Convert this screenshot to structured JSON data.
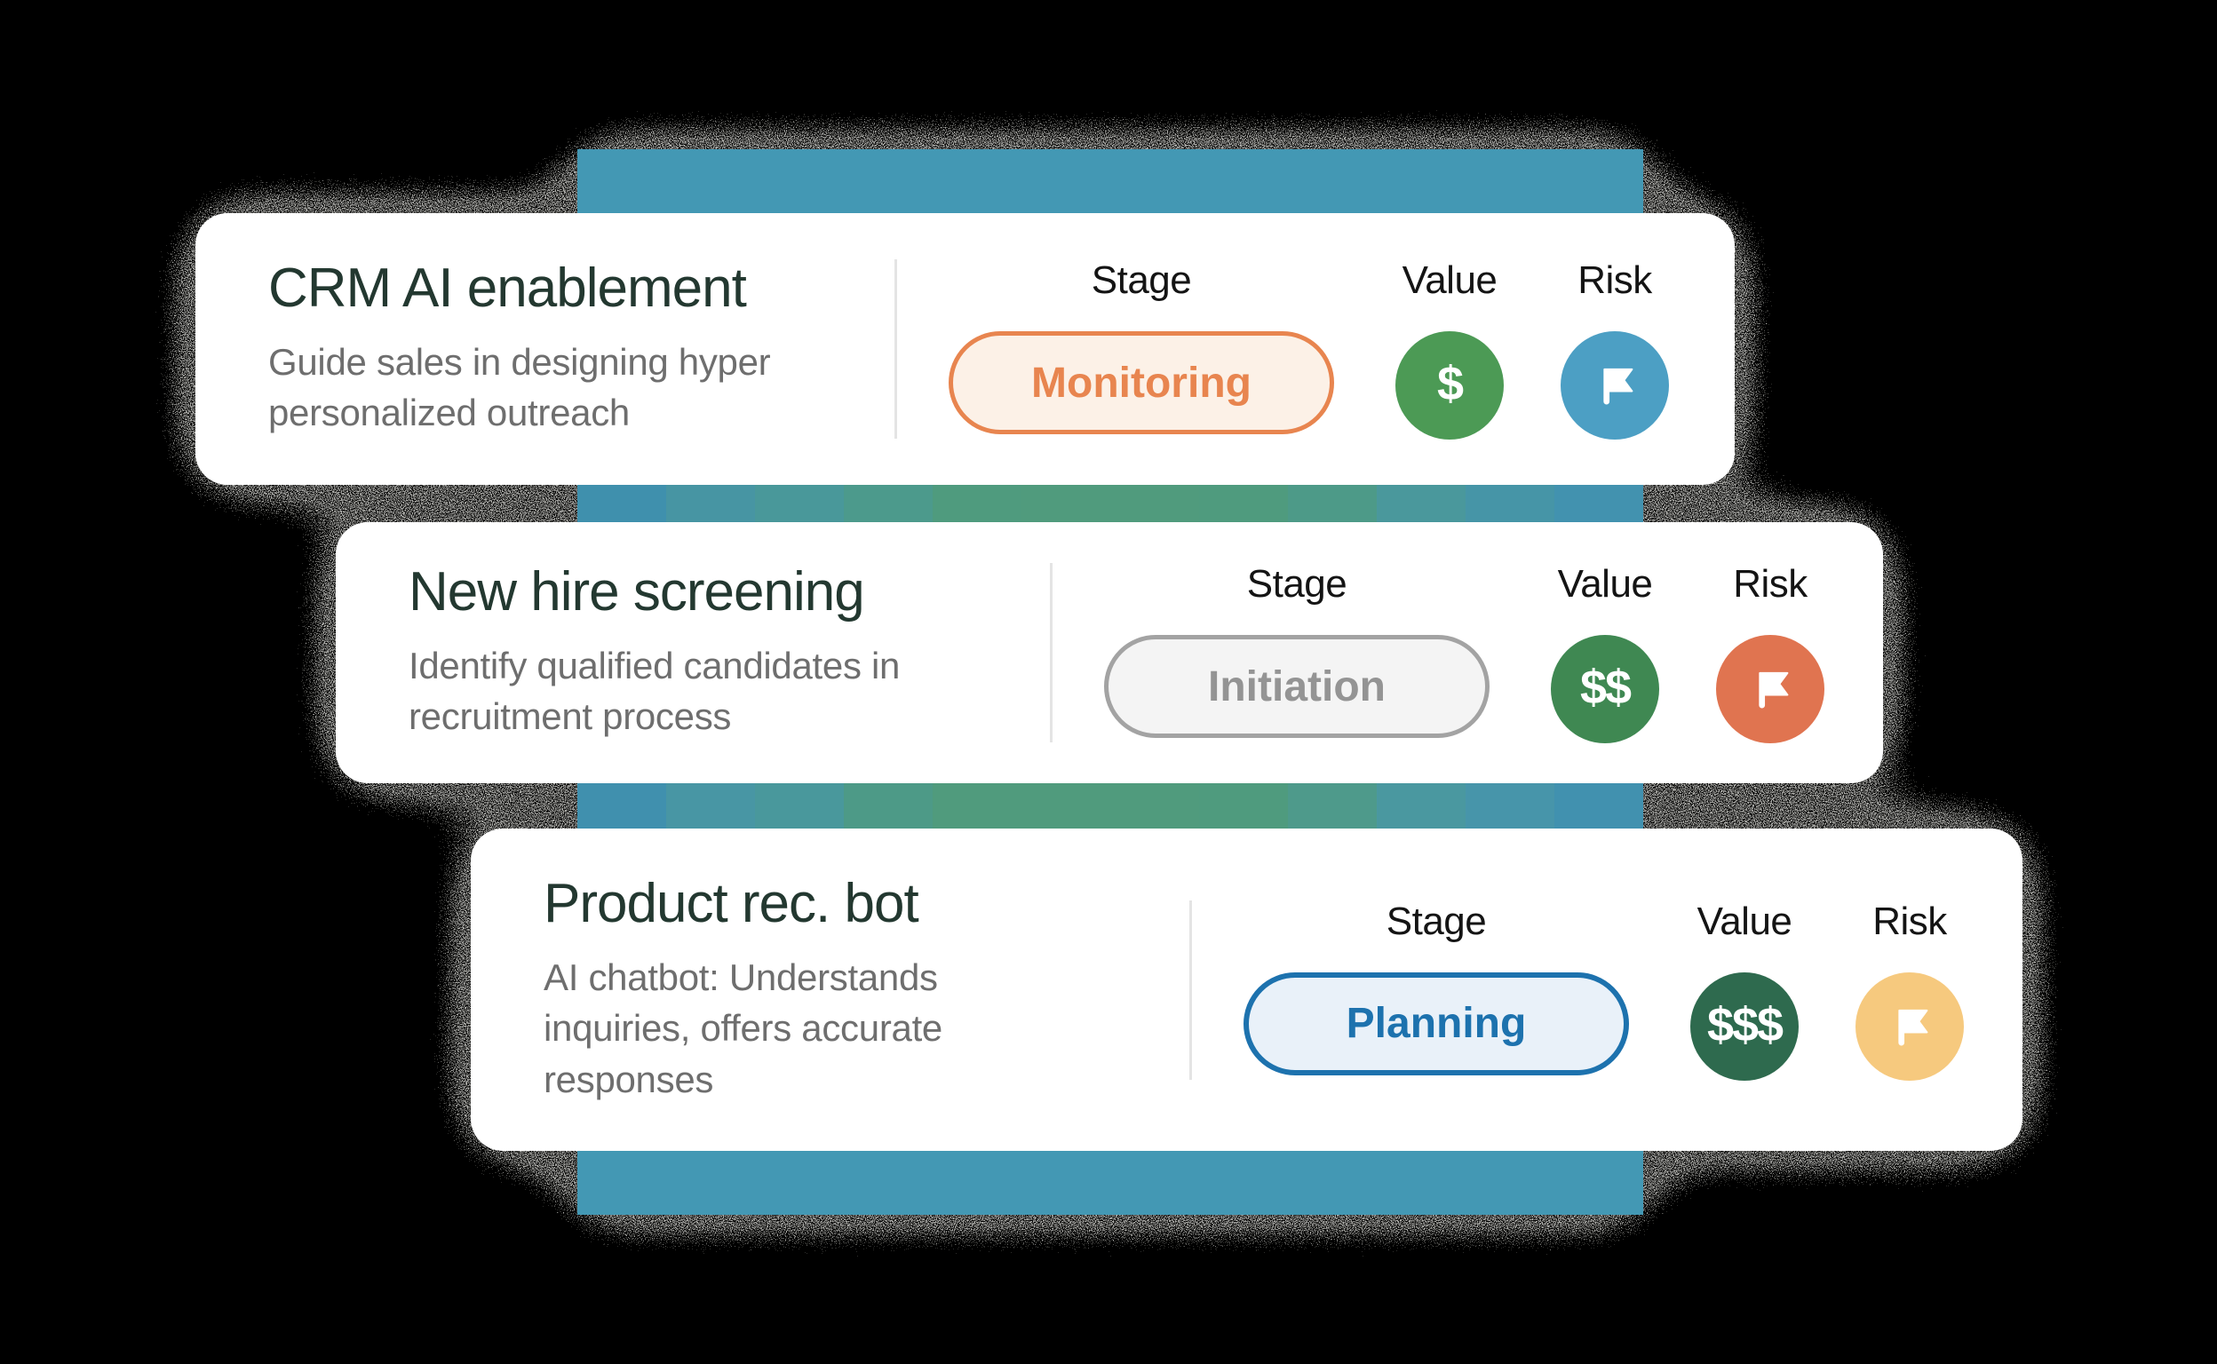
{
  "canvas": {
    "background": "#000000"
  },
  "band": {
    "color": "#4398B4",
    "rows": [
      {
        "colors": [
          "#3F90AD",
          "#4795A3",
          "#49989A",
          "#4C9A8C",
          "#4F9B7E",
          "#509B7D",
          "#509B7D",
          "#4F9B7E",
          "#4D9A88",
          "#4A989C",
          "#4695A7",
          "#4292AF"
        ]
      },
      {
        "colors": [
          "#4090AE",
          "#4896A4",
          "#49989C",
          "#4D9A87",
          "#509B7D",
          "#509B7D",
          "#509B7D",
          "#4F9B7E",
          "#4E9A8B",
          "#4A98A0",
          "#4795AA",
          "#4191AF"
        ]
      }
    ]
  },
  "cards": [
    {
      "title": "CRM AI enablement",
      "description": "Guide sales in designing hyper\npersonalized outreach",
      "stage_header": "Stage",
      "value_header": "Value",
      "risk_header": "Risk",
      "stage": {
        "label": "Monitoring",
        "color": "#E8854F",
        "fill": "#FCF1E7"
      },
      "value": {
        "amount": "$",
        "circle_color": "#4C9A55"
      },
      "risk": {
        "icon": "flag-icon",
        "circle_color": "#4C9FC4"
      }
    },
    {
      "title": "New hire screening",
      "description": "Identify qualified candidates in\nrecruitment process",
      "stage_header": "Stage",
      "value_header": "Value",
      "risk_header": "Risk",
      "stage": {
        "label": "Initiation",
        "color": "#949494",
        "fill": "#F4F4F4",
        "border": "#A3A3A3"
      },
      "value": {
        "amount": "$$",
        "circle_color": "#3F8852"
      },
      "risk": {
        "icon": "flag-icon",
        "circle_color": "#E07450"
      }
    },
    {
      "title": "Product rec. bot",
      "description": "AI chatbot: Understands\ninquiries, offers accurate\nresponses",
      "stage_header": "Stage",
      "value_header": "Value",
      "risk_header": "Risk",
      "stage": {
        "label": "Planning",
        "color": "#1D72AE",
        "fill": "#E9F1F9"
      },
      "value": {
        "amount": "$$$",
        "circle_color": "#2E6A4E"
      },
      "risk": {
        "icon": "flag-icon",
        "circle_color": "#F6C97E"
      }
    }
  ]
}
